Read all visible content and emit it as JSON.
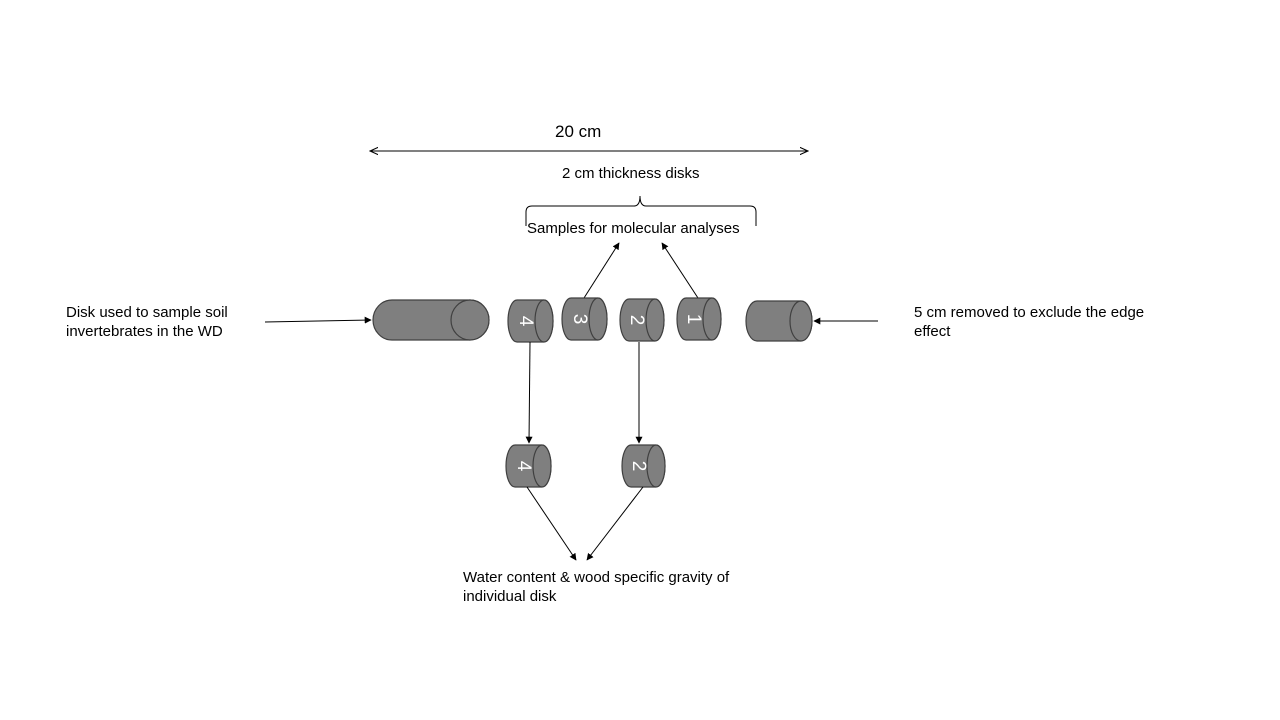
{
  "labels": {
    "width": "20 cm",
    "thickness": "2 cm thickness disks",
    "molecular": "Samples for molecular analyses",
    "left_line1": "Disk used to sample soil",
    "left_line2": "invertebrates in the WD",
    "right_line1": "5 cm removed to exclude the edge",
    "right_line2": "effect",
    "bottom_line1": "Water content & wood specific gravity of",
    "bottom_line2": "individual disk"
  },
  "disks": {
    "top_4": "4",
    "top_3": "3",
    "top_2": "2",
    "top_1": "1",
    "bottom_4": "4",
    "bottom_2": "2"
  },
  "colors": {
    "cylinder_fill": "#7f7f7f",
    "cylinder_stroke": "#404040",
    "number_text": "#ffffff"
  }
}
